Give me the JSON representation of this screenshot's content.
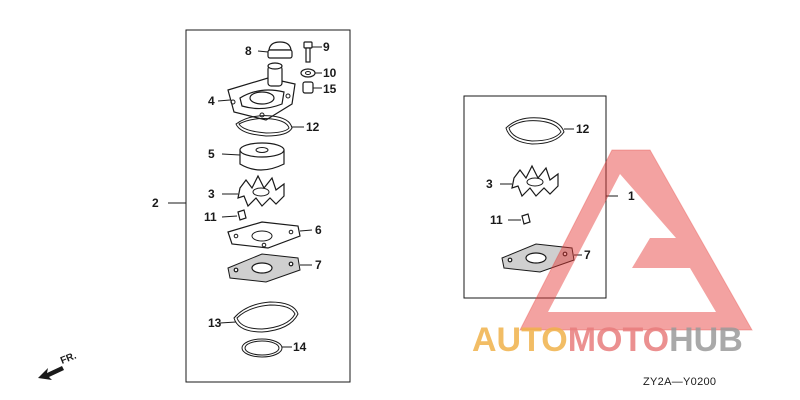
{
  "left_group": {
    "callout": "2",
    "parts": [
      {
        "num": "8"
      },
      {
        "num": "9"
      },
      {
        "num": "10"
      },
      {
        "num": "15"
      },
      {
        "num": "4"
      },
      {
        "num": "12"
      },
      {
        "num": "5"
      },
      {
        "num": "3"
      },
      {
        "num": "11"
      },
      {
        "num": "6"
      },
      {
        "num": "7"
      },
      {
        "num": "13"
      },
      {
        "num": "14"
      }
    ]
  },
  "right_group": {
    "callout": "1",
    "parts": [
      {
        "num": "12"
      },
      {
        "num": "3"
      },
      {
        "num": "11"
      },
      {
        "num": "7"
      }
    ]
  },
  "direction_label": "FR.",
  "diagram_code": "ZY2A—Y0200",
  "watermark": {
    "part1": "AUTO",
    "part2": "MOTO",
    "part3": "HUB",
    "colors": {
      "auto": "#f0b24a",
      "moto": "#e87c7c",
      "hub": "#9a9a9a",
      "logo": "#e53935"
    }
  }
}
